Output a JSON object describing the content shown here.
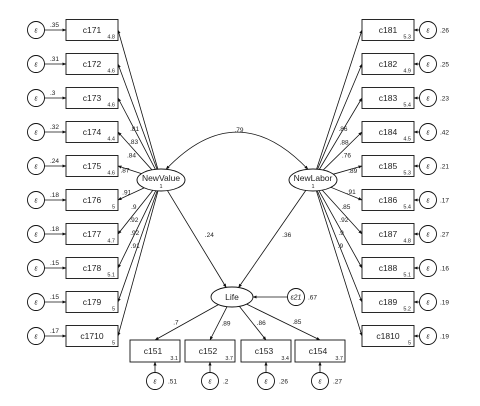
{
  "factors": [
    {
      "id": "newvalue",
      "label": "NewValue",
      "sub": "1"
    },
    {
      "id": "newlabor",
      "label": "NewLabor",
      "sub": "1"
    },
    {
      "id": "life",
      "label": "Life",
      "sub": ""
    }
  ],
  "covariance_label": ".79",
  "structural_paths": [
    {
      "from": "newvalue",
      "to": "life",
      "label": ".24"
    },
    {
      "from": "newlabor",
      "to": "life",
      "label": ".36"
    }
  ],
  "life_error": {
    "label": "ε21",
    "value": ".67"
  },
  "error_symbol": "ε",
  "indicators_left": [
    {
      "name": "c171",
      "intercept": "4.8",
      "error": ".35",
      "loading": ""
    },
    {
      "name": "c172",
      "intercept": "4.6",
      "error": ".31",
      "loading": ".81"
    },
    {
      "name": "c173",
      "intercept": "4.6",
      "error": ".3",
      "loading": ".83"
    },
    {
      "name": "c174",
      "intercept": "4.4",
      "error": ".32",
      "loading": ".84"
    },
    {
      "name": "c175",
      "intercept": "4.6",
      "error": ".24",
      "loading": ".87"
    },
    {
      "name": "c176",
      "intercept": "5",
      "error": ".18",
      "loading": ".91"
    },
    {
      "name": "c177",
      "intercept": "4.7",
      "error": ".18",
      "loading": ".9"
    },
    {
      "name": "c178",
      "intercept": "5.1",
      "error": ".15",
      "loading": ".92"
    },
    {
      "name": "c179",
      "intercept": "5",
      "error": ".15",
      "loading": ".92"
    },
    {
      "name": "c1710",
      "intercept": "5",
      "error": ".17",
      "loading": ".91"
    }
  ],
  "indicators_right": [
    {
      "name": "c181",
      "intercept": "5.3",
      "error": ".26",
      "loading": ""
    },
    {
      "name": "c182",
      "intercept": "4.9",
      "error": ".25",
      "loading": ".86"
    },
    {
      "name": "c183",
      "intercept": "5.4",
      "error": ".23",
      "loading": ".88"
    },
    {
      "name": "c184",
      "intercept": "4.5",
      "error": ".42",
      "loading": ".76"
    },
    {
      "name": "c185",
      "intercept": "5.3",
      "error": ".21",
      "loading": ".89"
    },
    {
      "name": "c186",
      "intercept": "5.4",
      "error": ".17",
      "loading": ".91"
    },
    {
      "name": "c187",
      "intercept": "4.8",
      "error": ".27",
      "loading": ".85"
    },
    {
      "name": "c188",
      "intercept": "5.1",
      "error": ".16",
      "loading": ".92"
    },
    {
      "name": "c189",
      "intercept": "5.2",
      "error": ".19",
      "loading": ".9"
    },
    {
      "name": "c1810",
      "intercept": "5",
      "error": ".19",
      "loading": ".9"
    }
  ],
  "indicators_bottom": [
    {
      "name": "c151",
      "intercept": "3.1",
      "error": ".51",
      "loading": ".7"
    },
    {
      "name": "c152",
      "intercept": "3.7",
      "error": ".2",
      "loading": ".89"
    },
    {
      "name": "c153",
      "intercept": "3.4",
      "error": ".26",
      "loading": ".86"
    },
    {
      "name": "c154",
      "intercept": "3.7",
      "error": ".27",
      "loading": ".85"
    }
  ]
}
